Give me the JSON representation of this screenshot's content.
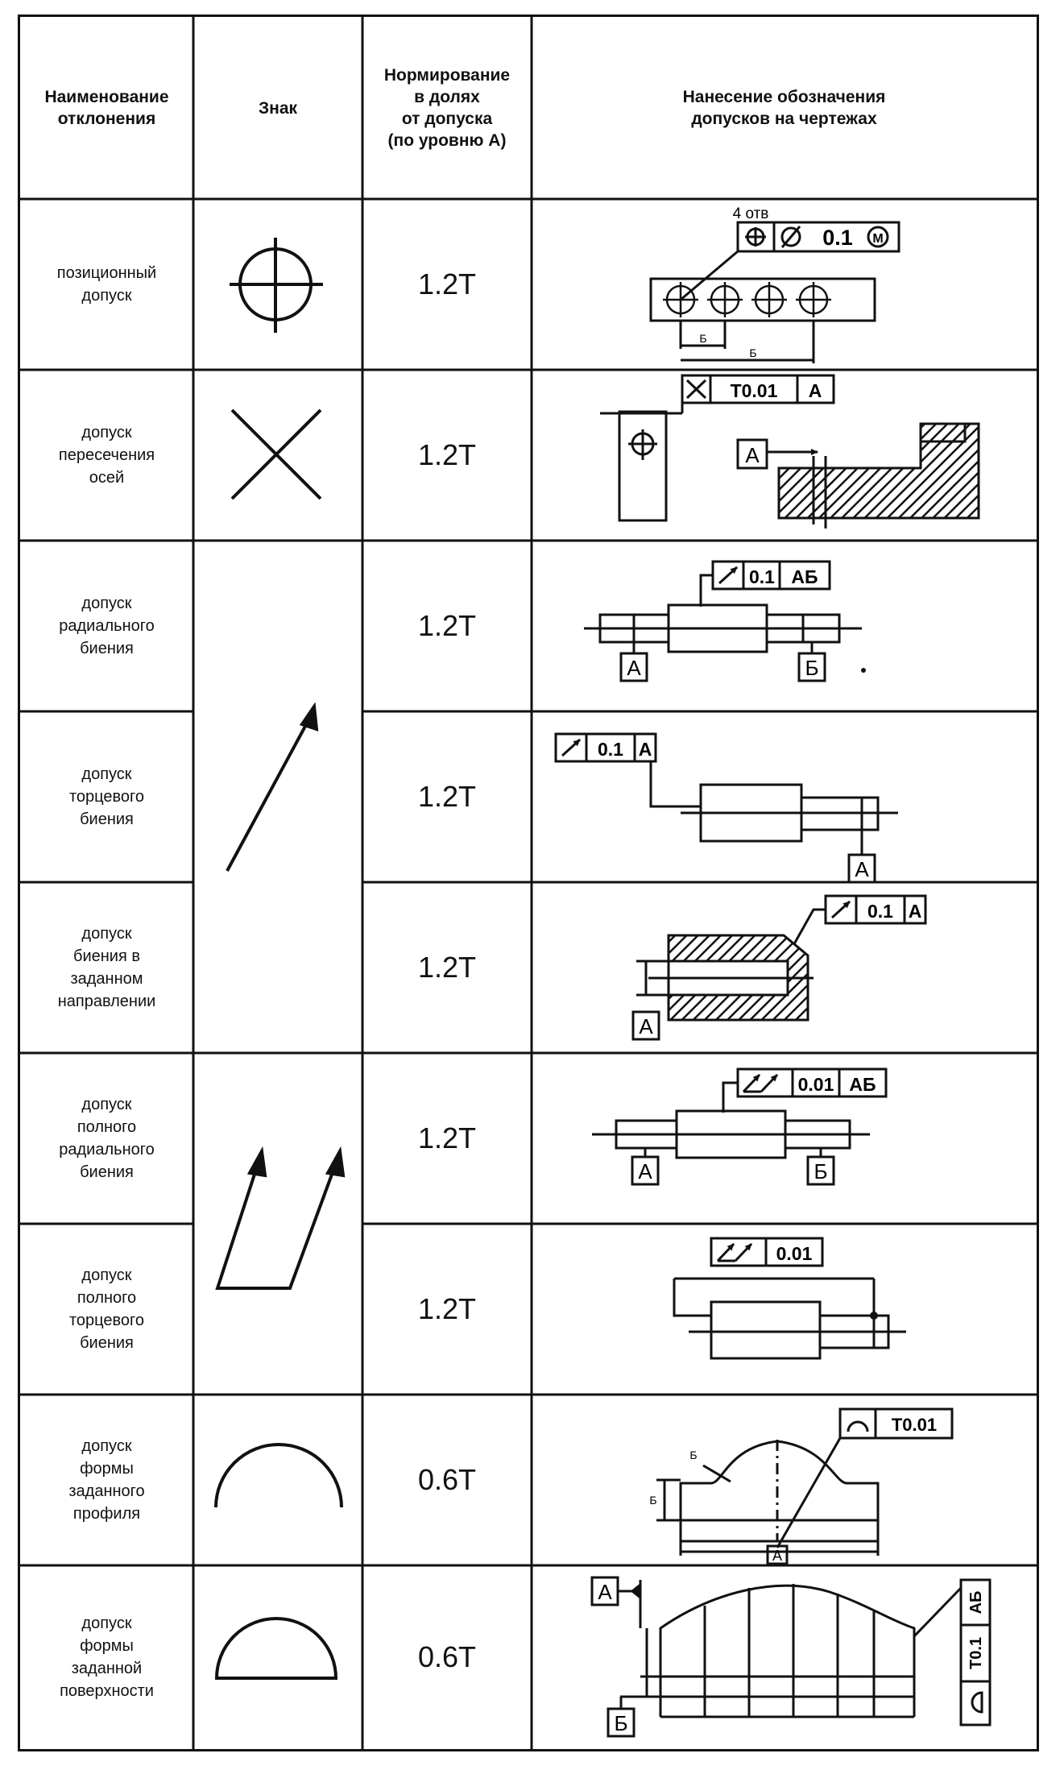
{
  "header": {
    "name": "Наименование\nотклонения",
    "sign": "Знак",
    "norm": "Нормирование\nв долях\nот допуска\n(по уровню А)",
    "drawing": "Нанесение обозначения\nдопусков на чертежах"
  },
  "rows": [
    {
      "name": "позиционный\nдопуск",
      "norm": "1.2T"
    },
    {
      "name": "допуск\nпересечения\nосей",
      "norm": "1.2T"
    },
    {
      "name": "допуск\nрадиального\nбиения",
      "norm": "1.2T"
    },
    {
      "name": "допуск\nторцевого\nбиения",
      "norm": "1.2T"
    },
    {
      "name": "допуск\nбиения в\nзаданном\nнаправлении",
      "norm": "1.2T"
    },
    {
      "name": "допуск\nполного\nрадиального\nбиения",
      "norm": "1.2T"
    },
    {
      "name": "допуск\nполного\nторцевого\nбиения",
      "norm": "1.2T"
    },
    {
      "name": "допуск\nформы\nзаданного\nпрофиля",
      "norm": "0.6T"
    },
    {
      "name": "допуск\nформы\nзаданной\nповерхности",
      "norm": "0.6T"
    }
  ],
  "drawings": {
    "pos_holes": "4 отв",
    "pos_value": "0.1",
    "pos_mod": "M",
    "pos_dim1": "Б",
    "pos_dim2": "Б",
    "axis_value": "T0.01",
    "axis_base": "А",
    "axis_base_label": "А",
    "rad_value": "0.1",
    "rad_bases": "АБ",
    "rad_base_a": "А",
    "rad_base_b": "Б",
    "face_value": "0.1",
    "face_base": "А",
    "face_base_label": "А",
    "dir_value": "0.1",
    "dir_base": "А",
    "dir_base_label": "А",
    "full_rad_value": "0.01",
    "full_rad_bases": "АБ",
    "full_rad_base_a": "А",
    "full_rad_base_b": "Б",
    "full_face_value": "0.01",
    "profile_value": "T0.01",
    "profile_dim1": "Б",
    "profile_dim2": "Б",
    "profile_base": "А",
    "surf_base_a": "А",
    "surf_base_b": "Б",
    "surf_value": "T0.1",
    "surf_bases": "АБ"
  }
}
